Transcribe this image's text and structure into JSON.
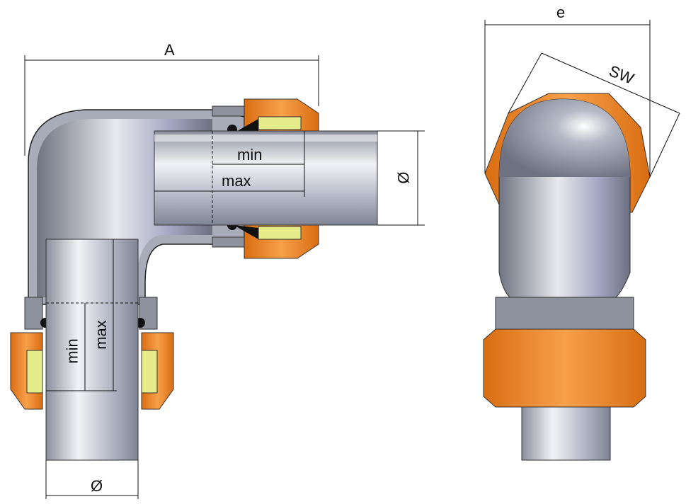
{
  "dimensions": {
    "overall_length": "A",
    "horizontal_insertion_min": "min",
    "horizontal_insertion_max": "max",
    "horizontal_pipe_diameter": "Ø",
    "vertical_insertion_min": "min",
    "vertical_insertion_max": "max",
    "vertical_pipe_diameter": "Ø",
    "body_width": "e",
    "wrench_size": "SW"
  },
  "colors": {
    "nut": "#f0882a",
    "body": "#9aa0ad",
    "insert": "#e6ec8a",
    "line": "#111111"
  }
}
